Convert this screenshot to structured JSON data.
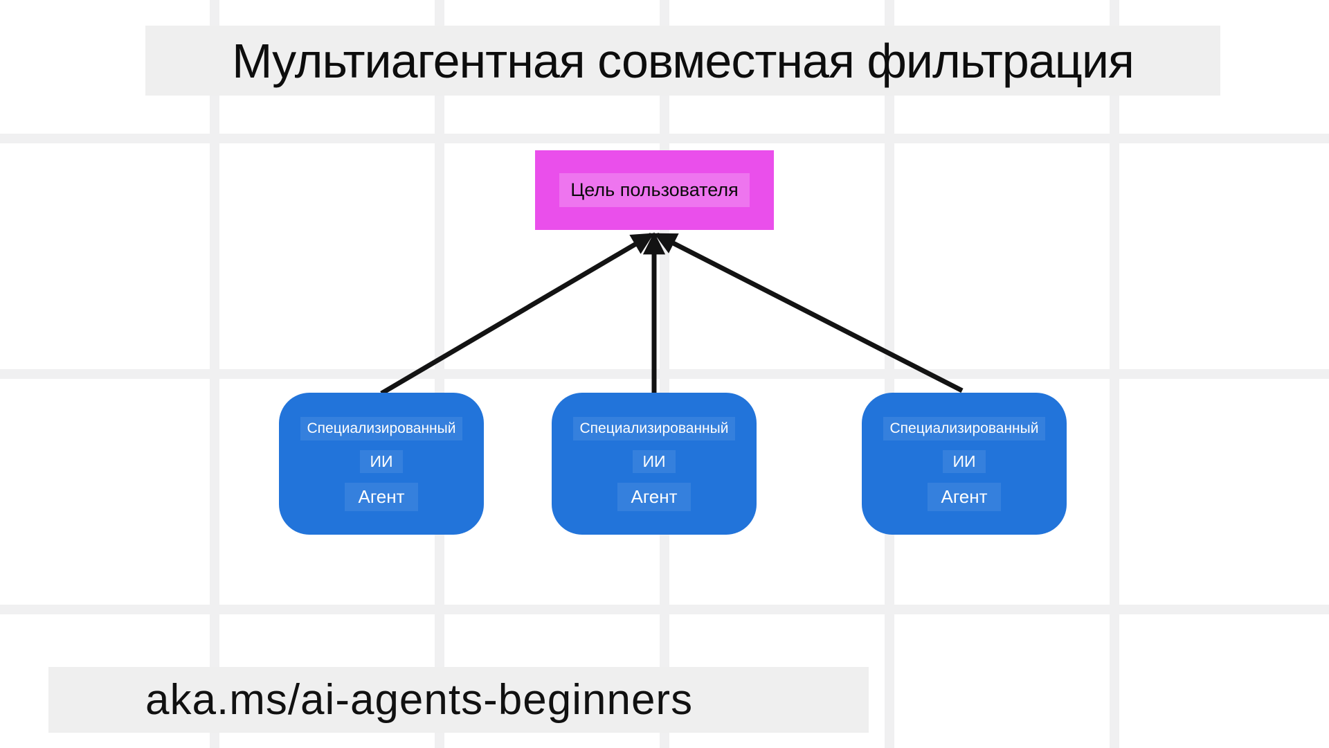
{
  "title": "Мультиагентная совместная фильтрация",
  "footer": "aka.ms/ai-agents-beginners",
  "diagram": {
    "goal": {
      "label": "Цель пользователя"
    },
    "agents": [
      {
        "line1": "Специализированный",
        "line2": "ИИ",
        "line3": "Агент"
      },
      {
        "line1": "Специализированный",
        "line2": "ИИ",
        "line3": "Агент"
      },
      {
        "line1": "Специализированный",
        "line2": "ИИ",
        "line3": "Агент"
      }
    ],
    "colors": {
      "goal_fill": "#ea4feb",
      "goal_label_highlight": "rgba(255,255,255,0.22)",
      "agent_fill": "#2274da",
      "agent_label_highlight": "rgba(255,255,255,0.09)",
      "arrow": "#131313",
      "band_background": "#efefef",
      "grid_line": "#f0f0f1",
      "canvas_background": "#ffffff",
      "title_text": "#0d0d0d",
      "agent_text": "#fdfdfd"
    }
  }
}
